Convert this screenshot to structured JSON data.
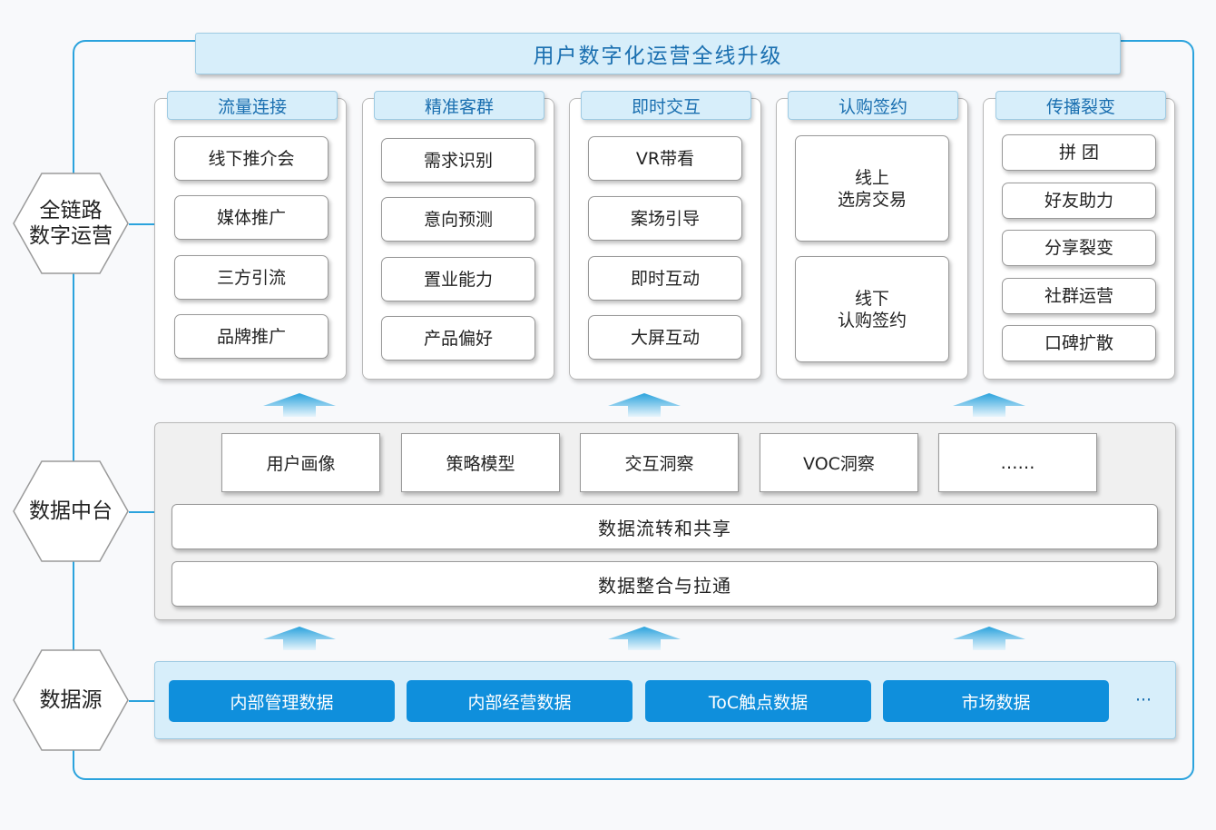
{
  "banner_title": "用户数字化运营全线升级",
  "layers": {
    "top": "全链路\n数字运营",
    "middle": "数据中台",
    "bottom": "数据源"
  },
  "columns": [
    {
      "title": "流量连接",
      "items": [
        "线下推介会",
        "媒体推广",
        "三方引流",
        "品牌推广"
      ]
    },
    {
      "title": "精准客群",
      "items": [
        "需求识别",
        "意向预测",
        "置业能力",
        "产品偏好"
      ]
    },
    {
      "title": "即时交互",
      "items": [
        "VR带看",
        "案场引导",
        "即时互动",
        "大屏互动"
      ]
    },
    {
      "title": "认购签约",
      "items": [
        "线上\n选房交易",
        "线下\n认购签约"
      ]
    },
    {
      "title": "传播裂变",
      "items": [
        "拼  团",
        "好友助力",
        "分享裂变",
        "社群运营",
        "口碑扩散"
      ]
    }
  ],
  "middle_boxes": [
    "用户画像",
    "策略模型",
    "交互洞察",
    "VOC洞察",
    "……"
  ],
  "middle_bars": [
    "数据流转和共享",
    "数据整合与拉通"
  ],
  "sources": [
    "内部管理数据",
    "内部经营数据",
    "ToC触点数据",
    "市场数据"
  ],
  "sources_more": "···",
  "colors": {
    "accent": "#2ba3dd",
    "light_fill": "#d7eefa",
    "title_text": "#1a6fb0",
    "source_button": "#0f8fdc"
  }
}
